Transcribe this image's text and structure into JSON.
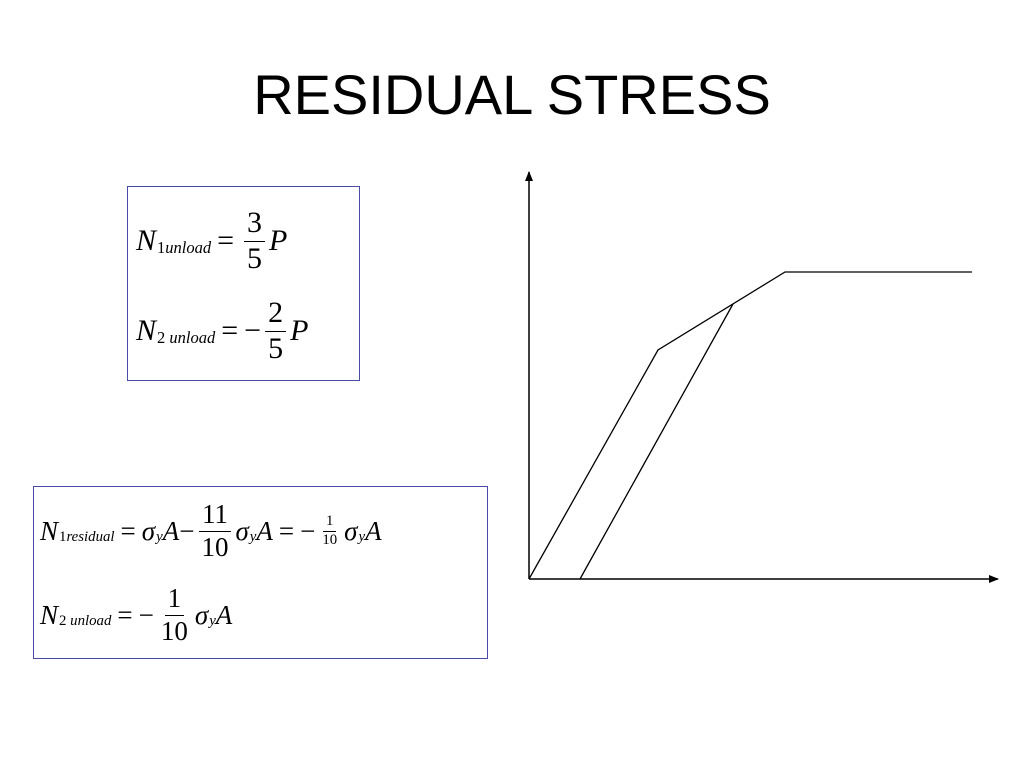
{
  "title": "RESIDUAL STRESS",
  "box1": {
    "line1": {
      "lhs": "N",
      "sub_num": "1",
      "sub_txt": "unload",
      "eq": "=",
      "num": "3",
      "den": "5",
      "var": "P"
    },
    "line2": {
      "lhs": "N",
      "sub_num": "2",
      "sub_txt": "unload",
      "eq": "=",
      "neg": "−",
      "num": "2",
      "den": "5",
      "var": "P"
    }
  },
  "box2": {
    "line1": {
      "lhs": "N",
      "sub_num": "1",
      "sub_txt": "residual",
      "eq": "=",
      "sigma": "σ",
      "sub_y": "y",
      "A": "A",
      "minus": "−",
      "num1": "11",
      "den1": "10",
      "eq2": "=",
      "neg": "−",
      "num2": "1",
      "den2": "10"
    },
    "line2": {
      "lhs": "N",
      "sub_num": "2",
      "sub_txt": "unload",
      "eq": "=",
      "neg": "−",
      "num": "1",
      "den": "10",
      "sigma": "σ",
      "sub_y": "y",
      "A": "A"
    }
  },
  "graph": {
    "colors": {
      "line": "#000000"
    }
  }
}
